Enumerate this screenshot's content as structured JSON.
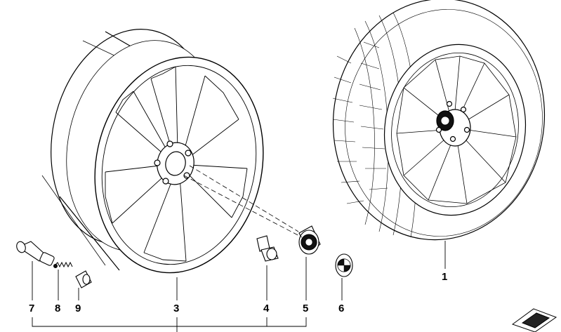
{
  "callouts": [
    {
      "id": "1",
      "label": "1"
    },
    {
      "id": "3",
      "label": "3"
    },
    {
      "id": "4",
      "label": "4"
    },
    {
      "id": "5",
      "label": "5"
    },
    {
      "id": "6",
      "label": "6"
    },
    {
      "id": "7",
      "label": "7"
    },
    {
      "id": "8",
      "label": "8"
    },
    {
      "id": "9",
      "label": "9"
    }
  ],
  "icons": [
    "wheel-rim-icon",
    "complete-wheel-icon",
    "wheel-bolt-icon",
    "hub-cap-icon",
    "emblem-icon",
    "valve-icon",
    "valve-core-icon",
    "valve-cap-icon",
    "catalog-corner-icon"
  ]
}
